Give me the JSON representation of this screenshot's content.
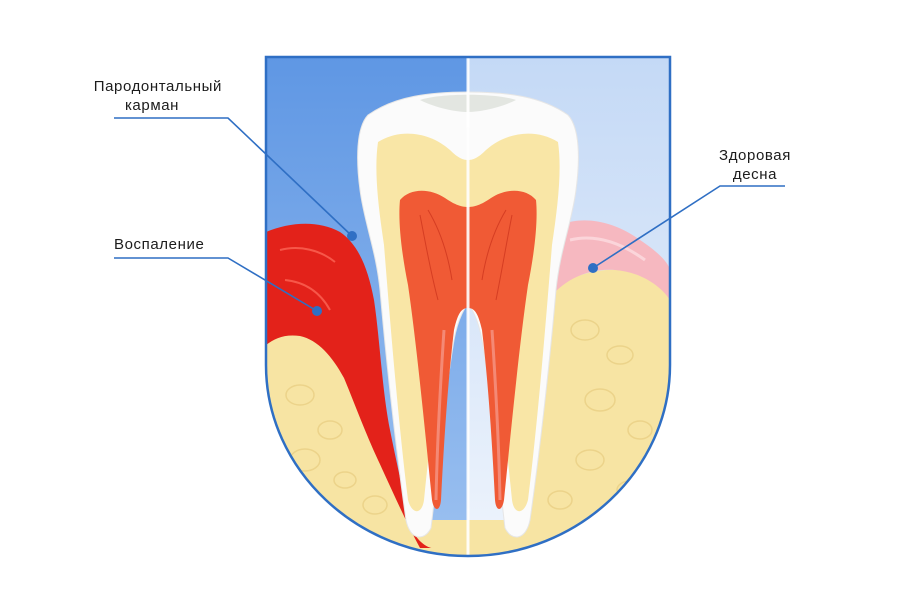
{
  "labels": {
    "periodontal_pocket": [
      "Пародонтальный",
      "карман"
    ],
    "inflammation": "Воспаление",
    "healthy_gum": [
      "Здоровая",
      "десна"
    ]
  },
  "colors": {
    "frame_stroke": "#2f6fc4",
    "background_left": "#6b9fe6",
    "background_right": "#cfe0f7",
    "bone": "#f7e4a3",
    "inflamed_gum": "#e3221a",
    "healthy_gum": "#f6b8c0",
    "enamel": "#fbfbfb",
    "dentin": "#f9e6a6",
    "pulp": "#f05a35",
    "leader_line": "#2f6fc4"
  }
}
